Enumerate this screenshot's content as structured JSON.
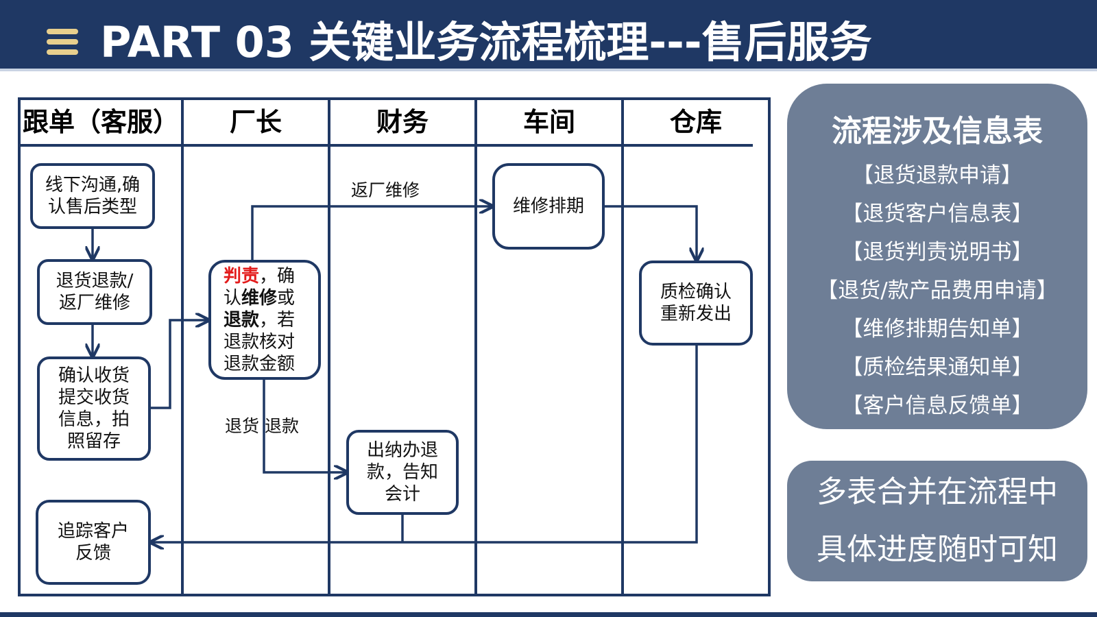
{
  "header": {
    "title": "PART 03  关键业务流程梳理---售后服务",
    "menu_icon": "hamburger-icon",
    "background": "#1f3864",
    "icon_color": "#e8cf8d"
  },
  "lanes": [
    "跟单（客服）",
    "厂长",
    "财务",
    "车间",
    "仓库"
  ],
  "nodes": {
    "offline_confirm": "线下沟通,确认售后类型",
    "return_or_repair": "退货退款/返厂维修",
    "confirm_receipt": "确认收货提交收货信息，拍照留存",
    "judge": {
      "part1": "判责",
      "part2": "，确认",
      "part3": "维修",
      "part4": "或",
      "part5": "退款",
      "part6": "，若退款核对退款金额"
    },
    "cashier_refund": "出纳办退款，告知会计",
    "repair_schedule": "维修排期",
    "qc_reship": "质检确认重新发出",
    "track_feedback": "追踪客户反馈"
  },
  "edge_labels": {
    "repair": "返厂维修",
    "refund": "退货 退款"
  },
  "info_panel": {
    "title": "流程涉及信息表",
    "items": [
      "【退货退款申请】",
      "【退货客户信息表】",
      "【退货判责说明书】",
      "【退货/款产品费用申请】",
      "【维修排期告知单】",
      "【质检结果通知单】",
      "【客户信息反馈单】"
    ]
  },
  "summary_panel": {
    "lines": [
      "多表合并在流程中",
      "具体进度随时可知"
    ]
  },
  "colors": {
    "navy": "#1f3864",
    "panel": "#6e7e96",
    "highlight_red": "#e31b1b"
  }
}
